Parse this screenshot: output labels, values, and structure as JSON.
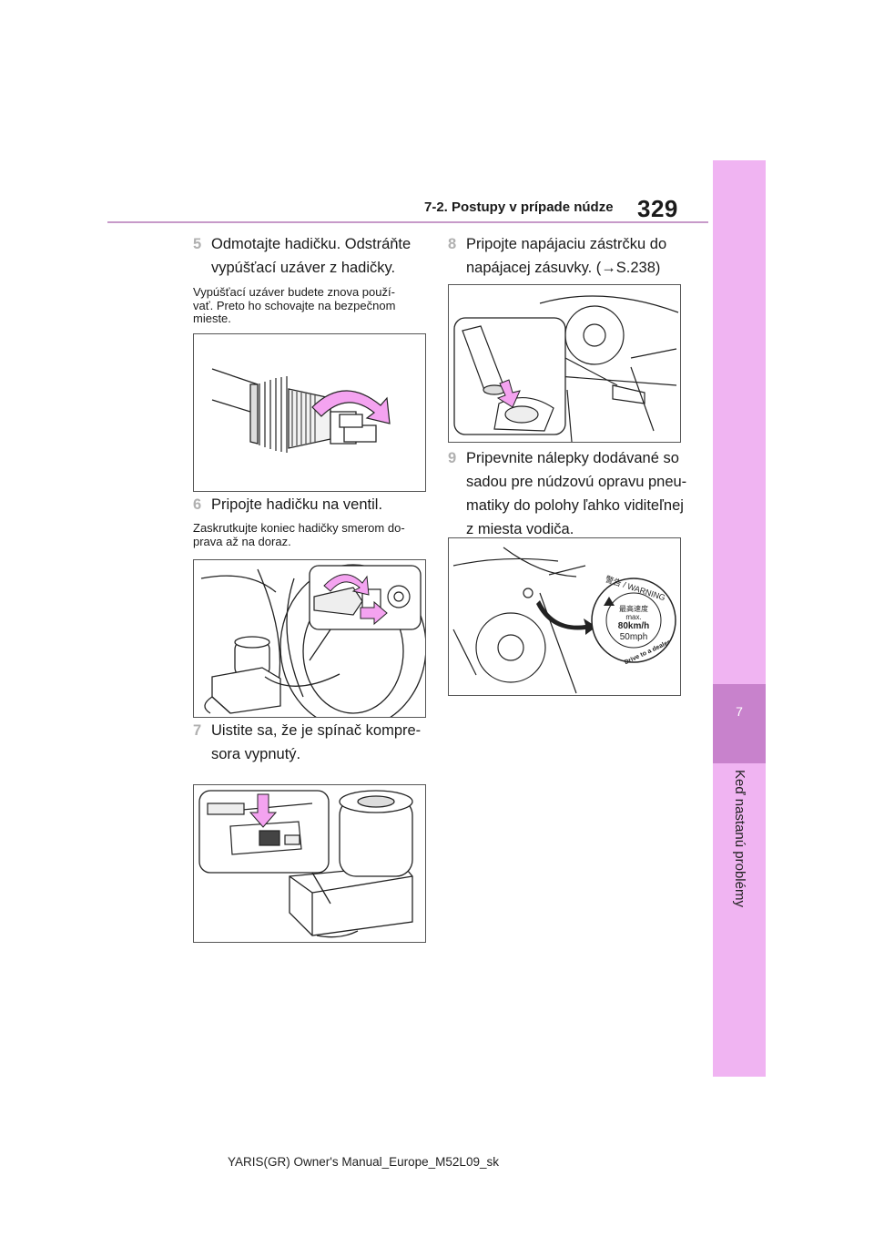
{
  "header": {
    "page_number": "329",
    "section_title": "7-2. Postupy v prípade núdze"
  },
  "side_tab": {
    "chapter_number": "7",
    "chapter_title": "Keď nastanú problémy"
  },
  "left_column": {
    "step5": {
      "number": "5",
      "line1": "Odmotajte hadičku. Odstráňte",
      "line2": "vypúšťací uzáver z hadičky.",
      "note_line1": "Vypúšťací uzáver budete znova použí-",
      "note_line2": "vať. Preto ho schovajte na bezpečnom",
      "note_line3": "mieste."
    },
    "step6": {
      "number": "6",
      "line1": "Pripojte hadičku na ventil.",
      "note_line1": "Zaskrutkujte koniec hadičky smerom do-",
      "note_line2": "prava až na doraz."
    },
    "step7": {
      "number": "7",
      "line1": "Uistite sa, že je spínač kompre-",
      "line2": "sora vypnutý."
    }
  },
  "right_column": {
    "step8": {
      "number": "8",
      "line1": "Pripojte napájaciu zástrčku do",
      "line2": "napájacej zásuvky. (→S.238)"
    },
    "step9": {
      "number": "9",
      "line1": "Pripevnite nálepky dodávané so",
      "line2": "sadou pre núdzovú opravu pneu-",
      "line3": "matiky do polohy ľahko viditeľnej",
      "line4": "z miesta vodiča."
    },
    "sticker": {
      "warning_text": "警告 / WARNING",
      "max_label": "最高速度",
      "max_word": "max.",
      "speed_kmh": "80km/h",
      "speed_mph": "50mph",
      "bottom_text": "Drive to a dealer"
    }
  },
  "footer": {
    "text": "YARIS(GR) Owner's Manual_Europe_M52L09_sk"
  }
}
